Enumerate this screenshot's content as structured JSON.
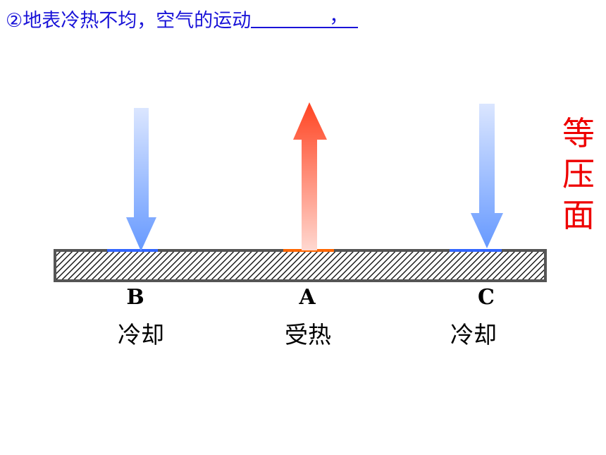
{
  "question": {
    "text": "②地表冷热不均，空气的运动",
    "blank_punct": "，"
  },
  "isobar_label": [
    "等",
    "压",
    "面"
  ],
  "points": [
    {
      "letter": "B",
      "status": "冷却"
    },
    {
      "letter": "A",
      "status": "受热"
    },
    {
      "letter": "C",
      "status": "冷却"
    }
  ],
  "colors": {
    "question": "#1a14d8",
    "isobar_label": "#ee0000",
    "cold_arrow": "#6699ff",
    "hot_arrow": "#ff4422",
    "cold_mark": "#3366ff",
    "hot_mark": "#ff6600"
  }
}
